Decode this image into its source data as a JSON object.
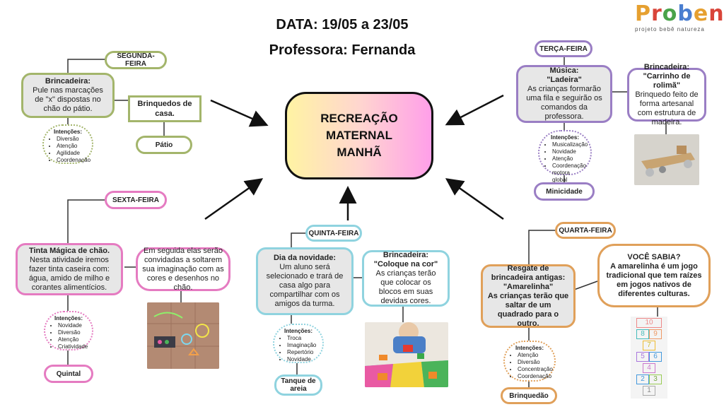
{
  "header": {
    "date": "DATA: 19/05 a 23/05",
    "teacher": "Professora: Fernanda"
  },
  "logo": {
    "name": "Proben",
    "tagline": "projeto bebê natureza"
  },
  "center": {
    "line1": "RECREAÇÃO",
    "line2": "MATERNAL",
    "line3": "MANHÃ"
  },
  "intentions_title": "Intenções:",
  "monday": {
    "day": "SEGUNDA-FEIRA",
    "activity_title": "Brincadeira:",
    "activity_text": "Pule nas marcações de \"x\" dispostas no chão do pátio.",
    "side_box": "Brinquedos de casa.",
    "place": "Pátio",
    "intentions": [
      "Diversão",
      "Atenção",
      "Agilidade",
      "Coordenação"
    ]
  },
  "tuesday": {
    "day": "TERÇA-FEIRA",
    "activity_title": "Música:",
    "activity_subtitle": "\"Ladeira\"",
    "activity_text": "As crianças formarão uma fila e seguirão os comandos da professora.",
    "side_title": "Brincadeira:",
    "side_subtitle": "\"Carrinho de rolimã\"",
    "side_text": "Brinquedo feito de forma artesanal com estrutura de madeira.",
    "place": "Minicidade",
    "intentions": [
      "Musicalização",
      "Novidade",
      "Atenção",
      "Coordenação motora global"
    ]
  },
  "wednesday": {
    "day": "QUARTA-FEIRA",
    "activity_title": "Resgate de brincadeira antigas:",
    "activity_subtitle": "\"Amarelinha\"",
    "activity_text": "As crianças terão que saltar de um quadrado para o outro.",
    "side_title": "VOCÊ SABIA?",
    "side_text": "A amarelinha é um jogo tradicional que tem raízes em jogos nativos de diferentes culturas.",
    "place": "Brinquedão",
    "intentions": [
      "Atenção",
      "Diversão",
      "Concentração",
      "Coordenação"
    ],
    "hopscotch": [
      "10",
      "8",
      "9",
      "7",
      "5",
      "6",
      "4",
      "2",
      "3",
      "1"
    ]
  },
  "thursday": {
    "day": "QUINTA-FEIRA",
    "activity_title": "Dia da novidade:",
    "activity_text": "Um aluno será selecionado e trará de casa algo para compartilhar com os amigos da turma.",
    "side_title": "Brincadeira:",
    "side_subtitle": "\"Coloque na cor\"",
    "side_text": "As crianças terão que colocar os blocos em suas devidas cores.",
    "place": "Tanque de areia",
    "intentions": [
      "Troca",
      "Imaginação",
      "Repertório",
      "Novidade"
    ]
  },
  "friday": {
    "day": "SEXTA-FEIRA",
    "activity_title": "Tinta Mágica de chão.",
    "activity_text": "Nesta atividade iremos fazer tinta caseira com: água, amido de milho e corantes alimentícios.",
    "side_text": "Em seguida elas serão convidadas a soltarem sua imaginação com as cores e desenhos no chão.",
    "place": "Quintal",
    "intentions": [
      "Novidade",
      "Diversão",
      "Atenção",
      "Criatividade"
    ]
  },
  "colors": {
    "monday": "#a3b56b",
    "tuesday": "#9a7ec4",
    "wednesday": "#e0a05a",
    "thursday": "#8fd3df",
    "friday": "#e57bc1"
  }
}
